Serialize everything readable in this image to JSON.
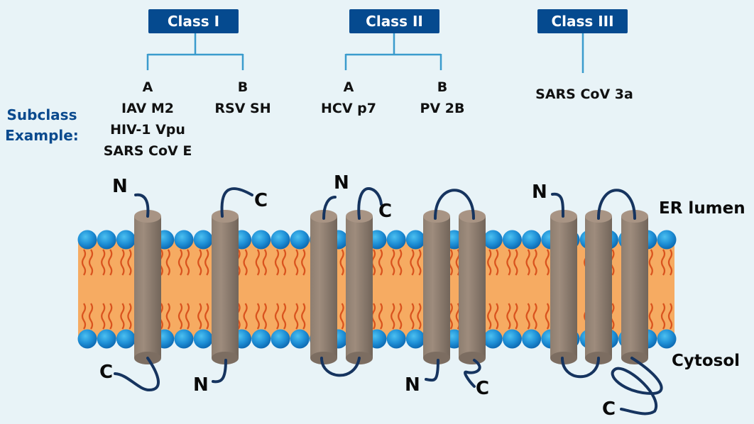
{
  "title": "Viroporin classes by membrane topology",
  "colors": {
    "class_box": "#054a8f",
    "connector": "#3a9bcd",
    "subclass_label": "#0a4a8e",
    "lipid_head": "#1e8fd6",
    "membrane": "#f6ab62",
    "lipid_tail": "#d9531e",
    "helix": "#9a8878",
    "loop": "#16345f"
  },
  "subclass_label": [
    "Subclass",
    "Example:"
  ],
  "classes": [
    {
      "label": "Class I",
      "subclasses": [
        {
          "letter": "A",
          "examples": [
            "IAV M2",
            "HIV-1 Vpu",
            "SARS CoV E"
          ]
        },
        {
          "letter": "B",
          "examples": [
            "RSV SH"
          ]
        }
      ]
    },
    {
      "label": "Class II",
      "subclasses": [
        {
          "letter": "A",
          "examples": [
            "HCV p7"
          ]
        },
        {
          "letter": "B",
          "examples": [
            "PV 2B"
          ]
        }
      ]
    },
    {
      "label": "Class III",
      "subclasses": [
        {
          "letter": "",
          "examples": [
            "SARS CoV 3a"
          ]
        }
      ]
    }
  ],
  "regions": {
    "lumen": "ER lumen",
    "cytosol": "Cytosol"
  },
  "termini": {
    "i_a_top": "N",
    "i_a_bottom": "C",
    "i_b_top": "C",
    "i_b_bottom": "N",
    "ii_a_top_n": "N",
    "ii_a_top_c": "C",
    "ii_b_bottom_n": "N",
    "ii_b_bottom_c": "C",
    "iii_top": "N",
    "iii_bottom": "C"
  }
}
